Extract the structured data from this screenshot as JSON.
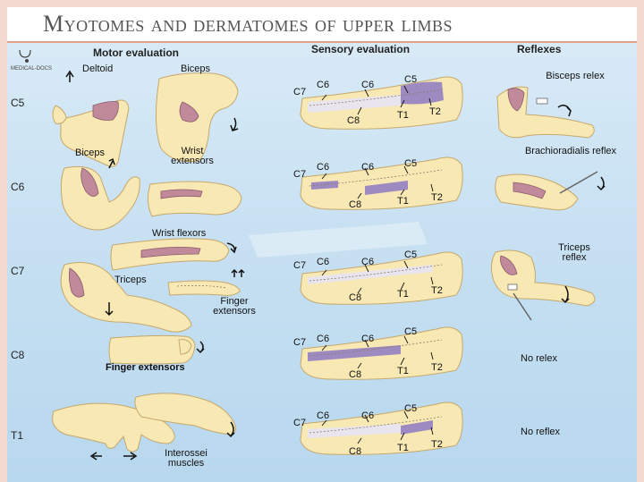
{
  "title": "Myotomes and dermatomes of upper limbs",
  "logo": {
    "text": "MEDICAL-DOCS"
  },
  "columns": {
    "motor": "Motor evaluation",
    "sensory": "Sensory evaluation",
    "reflexes": "Reflexes"
  },
  "rows": [
    {
      "level": "C5",
      "motor": [
        "Deltoid",
        "Biceps"
      ],
      "reflex": "Bisceps relex"
    },
    {
      "level": "C6",
      "motor": [
        "Biceps",
        "Wrist extensors"
      ],
      "reflex": "Brachioradialis reflex"
    },
    {
      "level": "C7",
      "motor": [
        "Wrist flexors",
        "Triceps",
        "Finger extensors"
      ],
      "reflex": "Triceps reflex"
    },
    {
      "level": "C8",
      "motor": [
        "Finger extensors"
      ],
      "reflex": "No relex"
    },
    {
      "level": "T1",
      "motor": [
        "Interossei muscles"
      ],
      "reflex": "No reflex"
    }
  ],
  "dermatome_labels": {
    "c7": "C7",
    "c6a": "C6",
    "c6b": "C6",
    "c5": "C5",
    "c8": "C8",
    "t1": "T1",
    "t2": "T2"
  },
  "colors": {
    "skin": "#f8e8b4",
    "dermatome_highlight": "#9d8ac0",
    "muscle": "#c08a9a",
    "title_rule": "#e7a08a"
  }
}
